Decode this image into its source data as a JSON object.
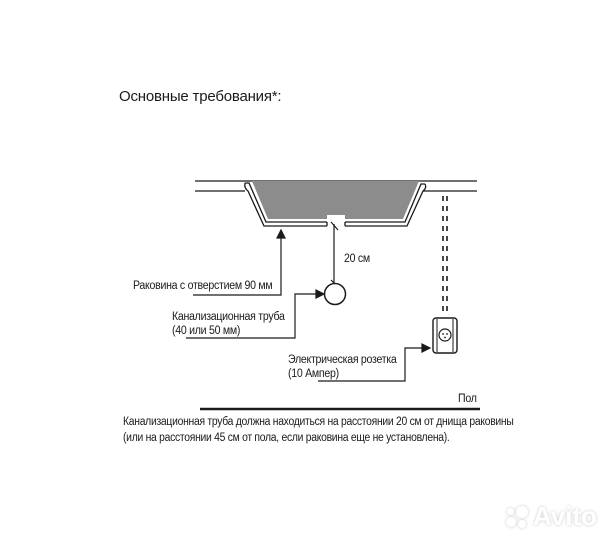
{
  "title": "Основные требования*:",
  "labels": {
    "distance": "20 см",
    "sink": "Раковина с отверстием 90 мм",
    "drain_line1": "Канализационная труба",
    "drain_line2": "(40 или 50 мм)",
    "socket_line1": "Электрическая розетка",
    "socket_line2": "(10 Ампер)",
    "floor": "Пол"
  },
  "note": {
    "line1": "Канализационная труба должна находиться на расстоянии 20 см от днища раковины",
    "line2": "(или на расстоянии 45 см от пола, если раковина еще не установлена)."
  },
  "watermark": "Avito",
  "colors": {
    "sink_fill": "#8c8c8c",
    "line": "#1a1a1a"
  }
}
